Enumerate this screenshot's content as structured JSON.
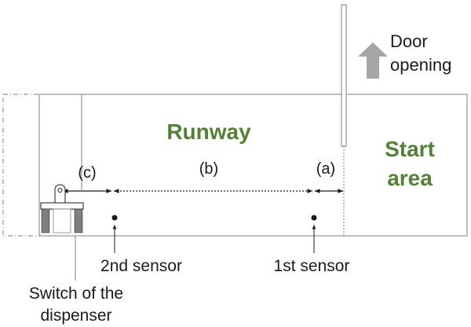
{
  "labels": {
    "runway": "Runway",
    "start_area_line1": "Start",
    "start_area_line2": "area",
    "door_line1": "Door",
    "door_line2": "opening",
    "segment_a": "(a)",
    "segment_b": "(b)",
    "segment_c": "(c)",
    "sensor_1": "1st sensor",
    "sensor_2": "2nd sensor",
    "switch_line1": "Switch of the",
    "switch_line2": "dispenser"
  },
  "colors": {
    "green_text": "#538135",
    "outline": "#7f7f7f",
    "arrow_gray": "#a6a6a6",
    "dark": "#1a1a1a"
  }
}
